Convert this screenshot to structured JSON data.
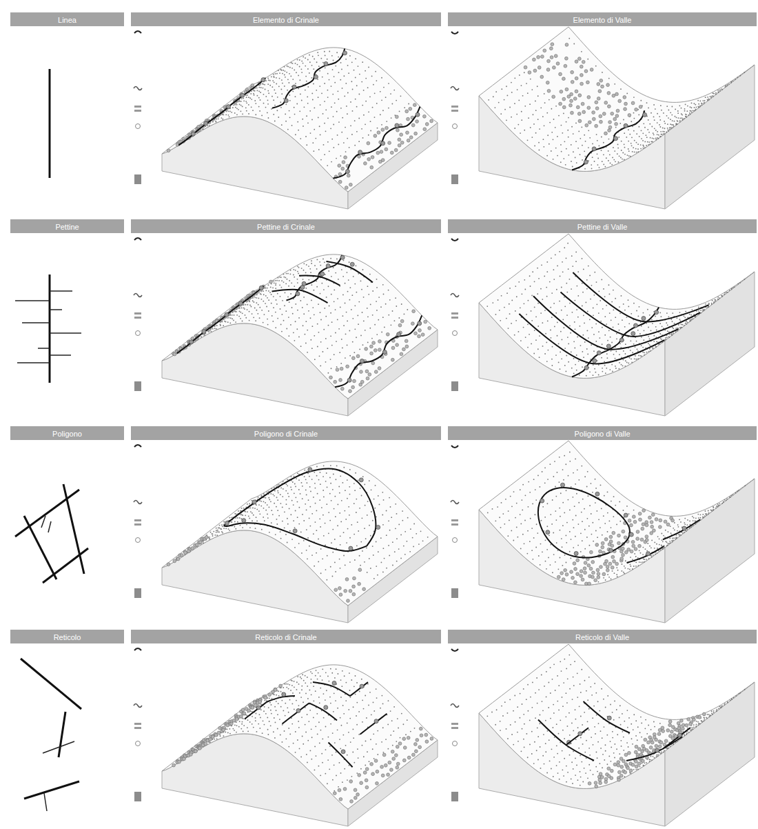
{
  "diagram": {
    "nodes": [
      {
        "text": [
          "Linea"
        ]
      },
      {
        "text": [
          "Elemento di Crinale"
        ]
      },
      {
        "text": [
          "Elemento di Valle"
        ]
      },
      {
        "text": [
          "Pettine"
        ]
      },
      {
        "text": [
          "Pettine di Crinale"
        ]
      },
      {
        "text": [
          "Pettine di Valle"
        ]
      },
      {
        "text": [
          "Poligono"
        ]
      },
      {
        "text": [
          "Poligono di Crinale"
        ]
      },
      {
        "text": [
          "Poligono di Valle"
        ]
      },
      {
        "text": [
          "Reticolo"
        ]
      },
      {
        "text": [
          "Reticolo di Crinale"
        ]
      },
      {
        "text": [
          "Reticolo di Valle"
        ]
      }
    ]
  }
}
